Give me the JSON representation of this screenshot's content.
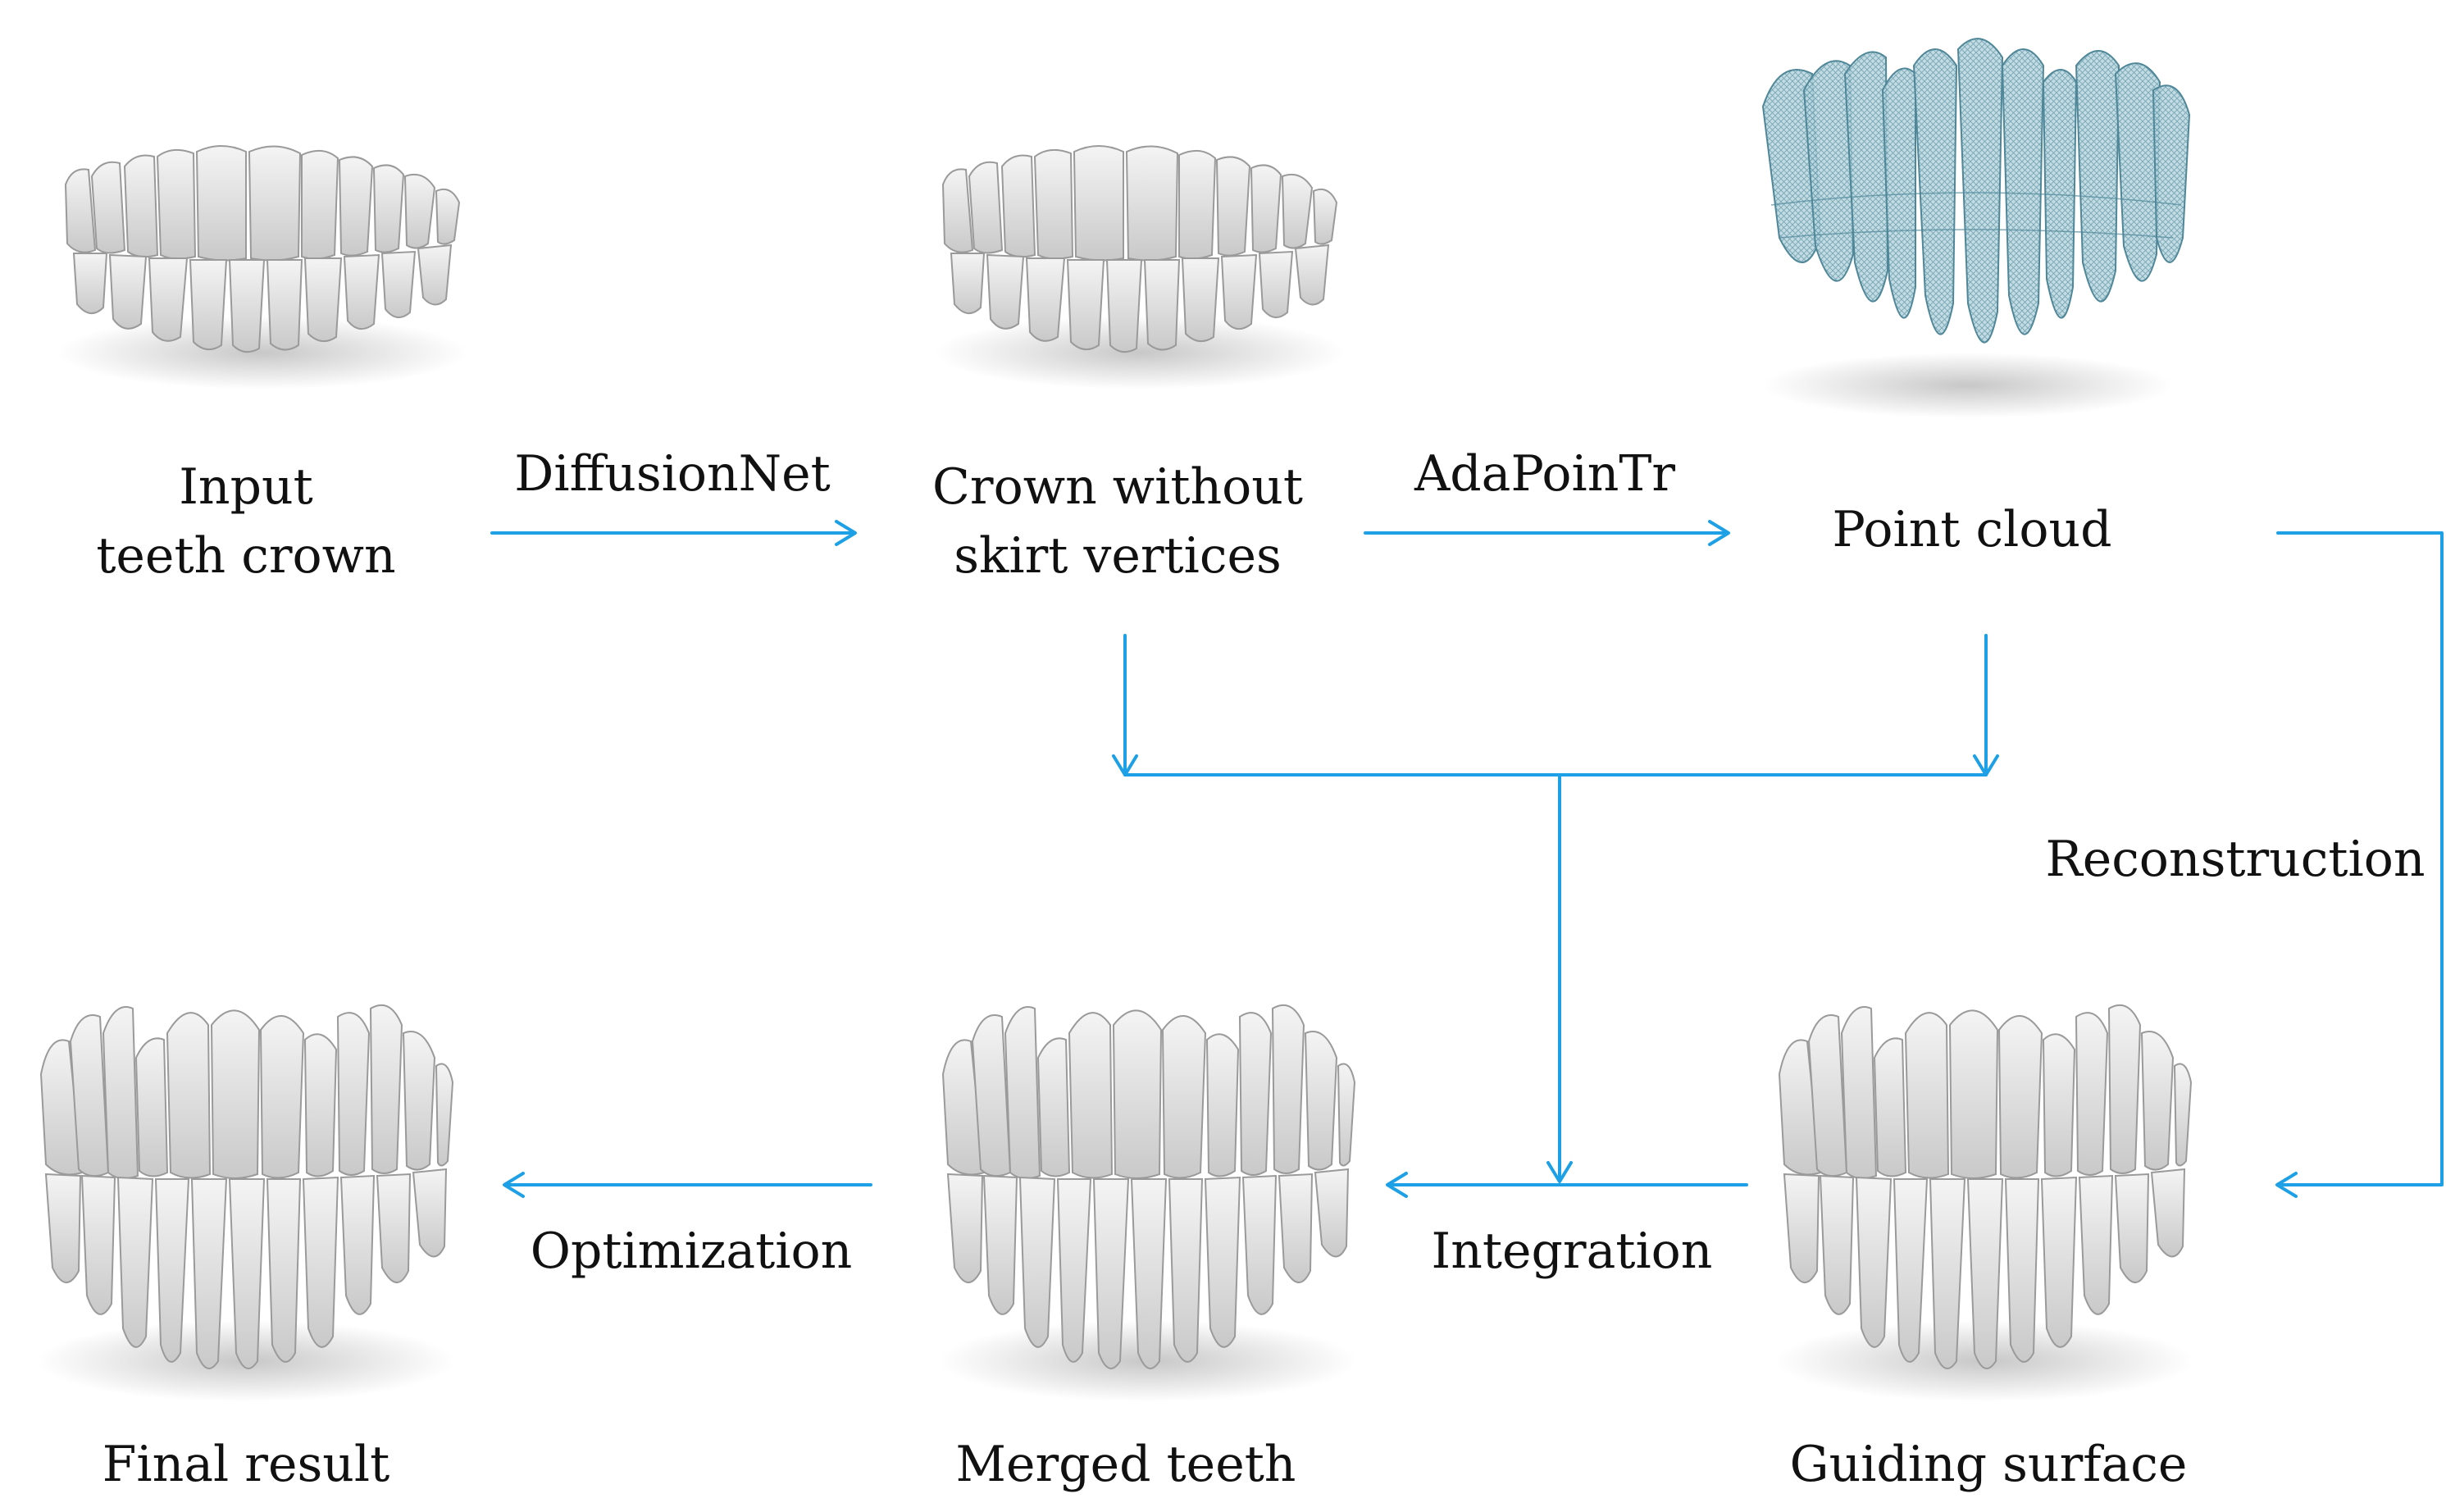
{
  "colors": {
    "arrow": "#1ea0e6",
    "tooth_fill": "#e2e2e2",
    "tooth_stroke": "#9a9a9a",
    "point_cloud": "#6aa3b4",
    "text": "#111111"
  },
  "stages": {
    "input": {
      "line1": "Input",
      "line2": "teeth crown",
      "icon": "teeth-crown-icon"
    },
    "crown": {
      "line1": "Crown without",
      "line2": "skirt vertices",
      "icon": "teeth-crown-trimmed-icon"
    },
    "point_cloud": {
      "line1": "Point cloud",
      "icon": "point-cloud-teeth-icon"
    },
    "guiding": {
      "line1": "Guiding surface",
      "icon": "full-teeth-icon"
    },
    "merged": {
      "line1": "Merged teeth",
      "icon": "full-teeth-icon"
    },
    "final": {
      "line1": "Final result",
      "icon": "full-teeth-icon"
    }
  },
  "edges": {
    "diffusionnet": "DiffusionNet",
    "adapointr": "AdaPoinTr",
    "reconstruction": "Reconstruction",
    "integration": "Integration",
    "optimization": "Optimization"
  }
}
